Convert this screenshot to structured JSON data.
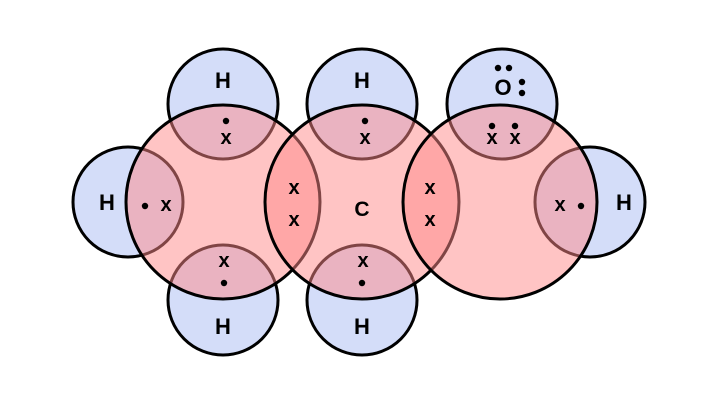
{
  "colors": {
    "carbon_fill": "#ff8a8a",
    "hydrogen_fill": "#b7c6f5",
    "stroke": "#000000",
    "background": "#ffffff"
  },
  "atoms": {
    "h_left": "H",
    "h_top_1": "H",
    "h_top_2": "H",
    "h_bottom_1": "H",
    "h_bottom_2": "H",
    "h_right": "H",
    "carbon_label": "C",
    "oxygen_label": "O"
  },
  "electron_symbols": {
    "cross": "x",
    "dot": "•"
  }
}
